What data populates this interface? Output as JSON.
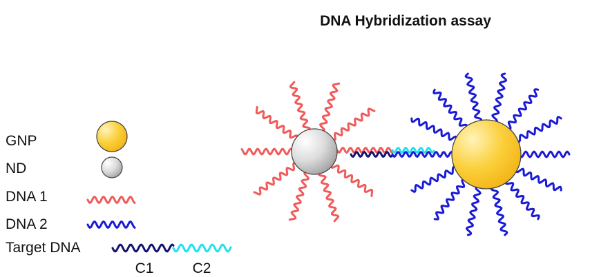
{
  "title": "DNA Hybridization assay",
  "legend": {
    "gnp": "GNP",
    "nd": "ND",
    "dna1": "DNA 1",
    "dna2": "DNA 2",
    "target": "Target DNA",
    "c1": "C1",
    "c2": "C2"
  },
  "colors": {
    "dna1": "#f05a5a",
    "dna2": "#1a1ad6",
    "c1": "#131370",
    "c2": "#22e0f0",
    "gnp_light": "#fff3b8",
    "gnp_dark": "#f2b416",
    "nd_light": "#ffffff",
    "nd_dark": "#9a9a9a"
  },
  "icons": {
    "gnp": "gold-nanoparticle-icon",
    "nd": "nanodiamond-icon",
    "dna1": "dna1-strand-icon",
    "dna2": "dna2-strand-icon",
    "target": "target-dna-strand-icon"
  }
}
